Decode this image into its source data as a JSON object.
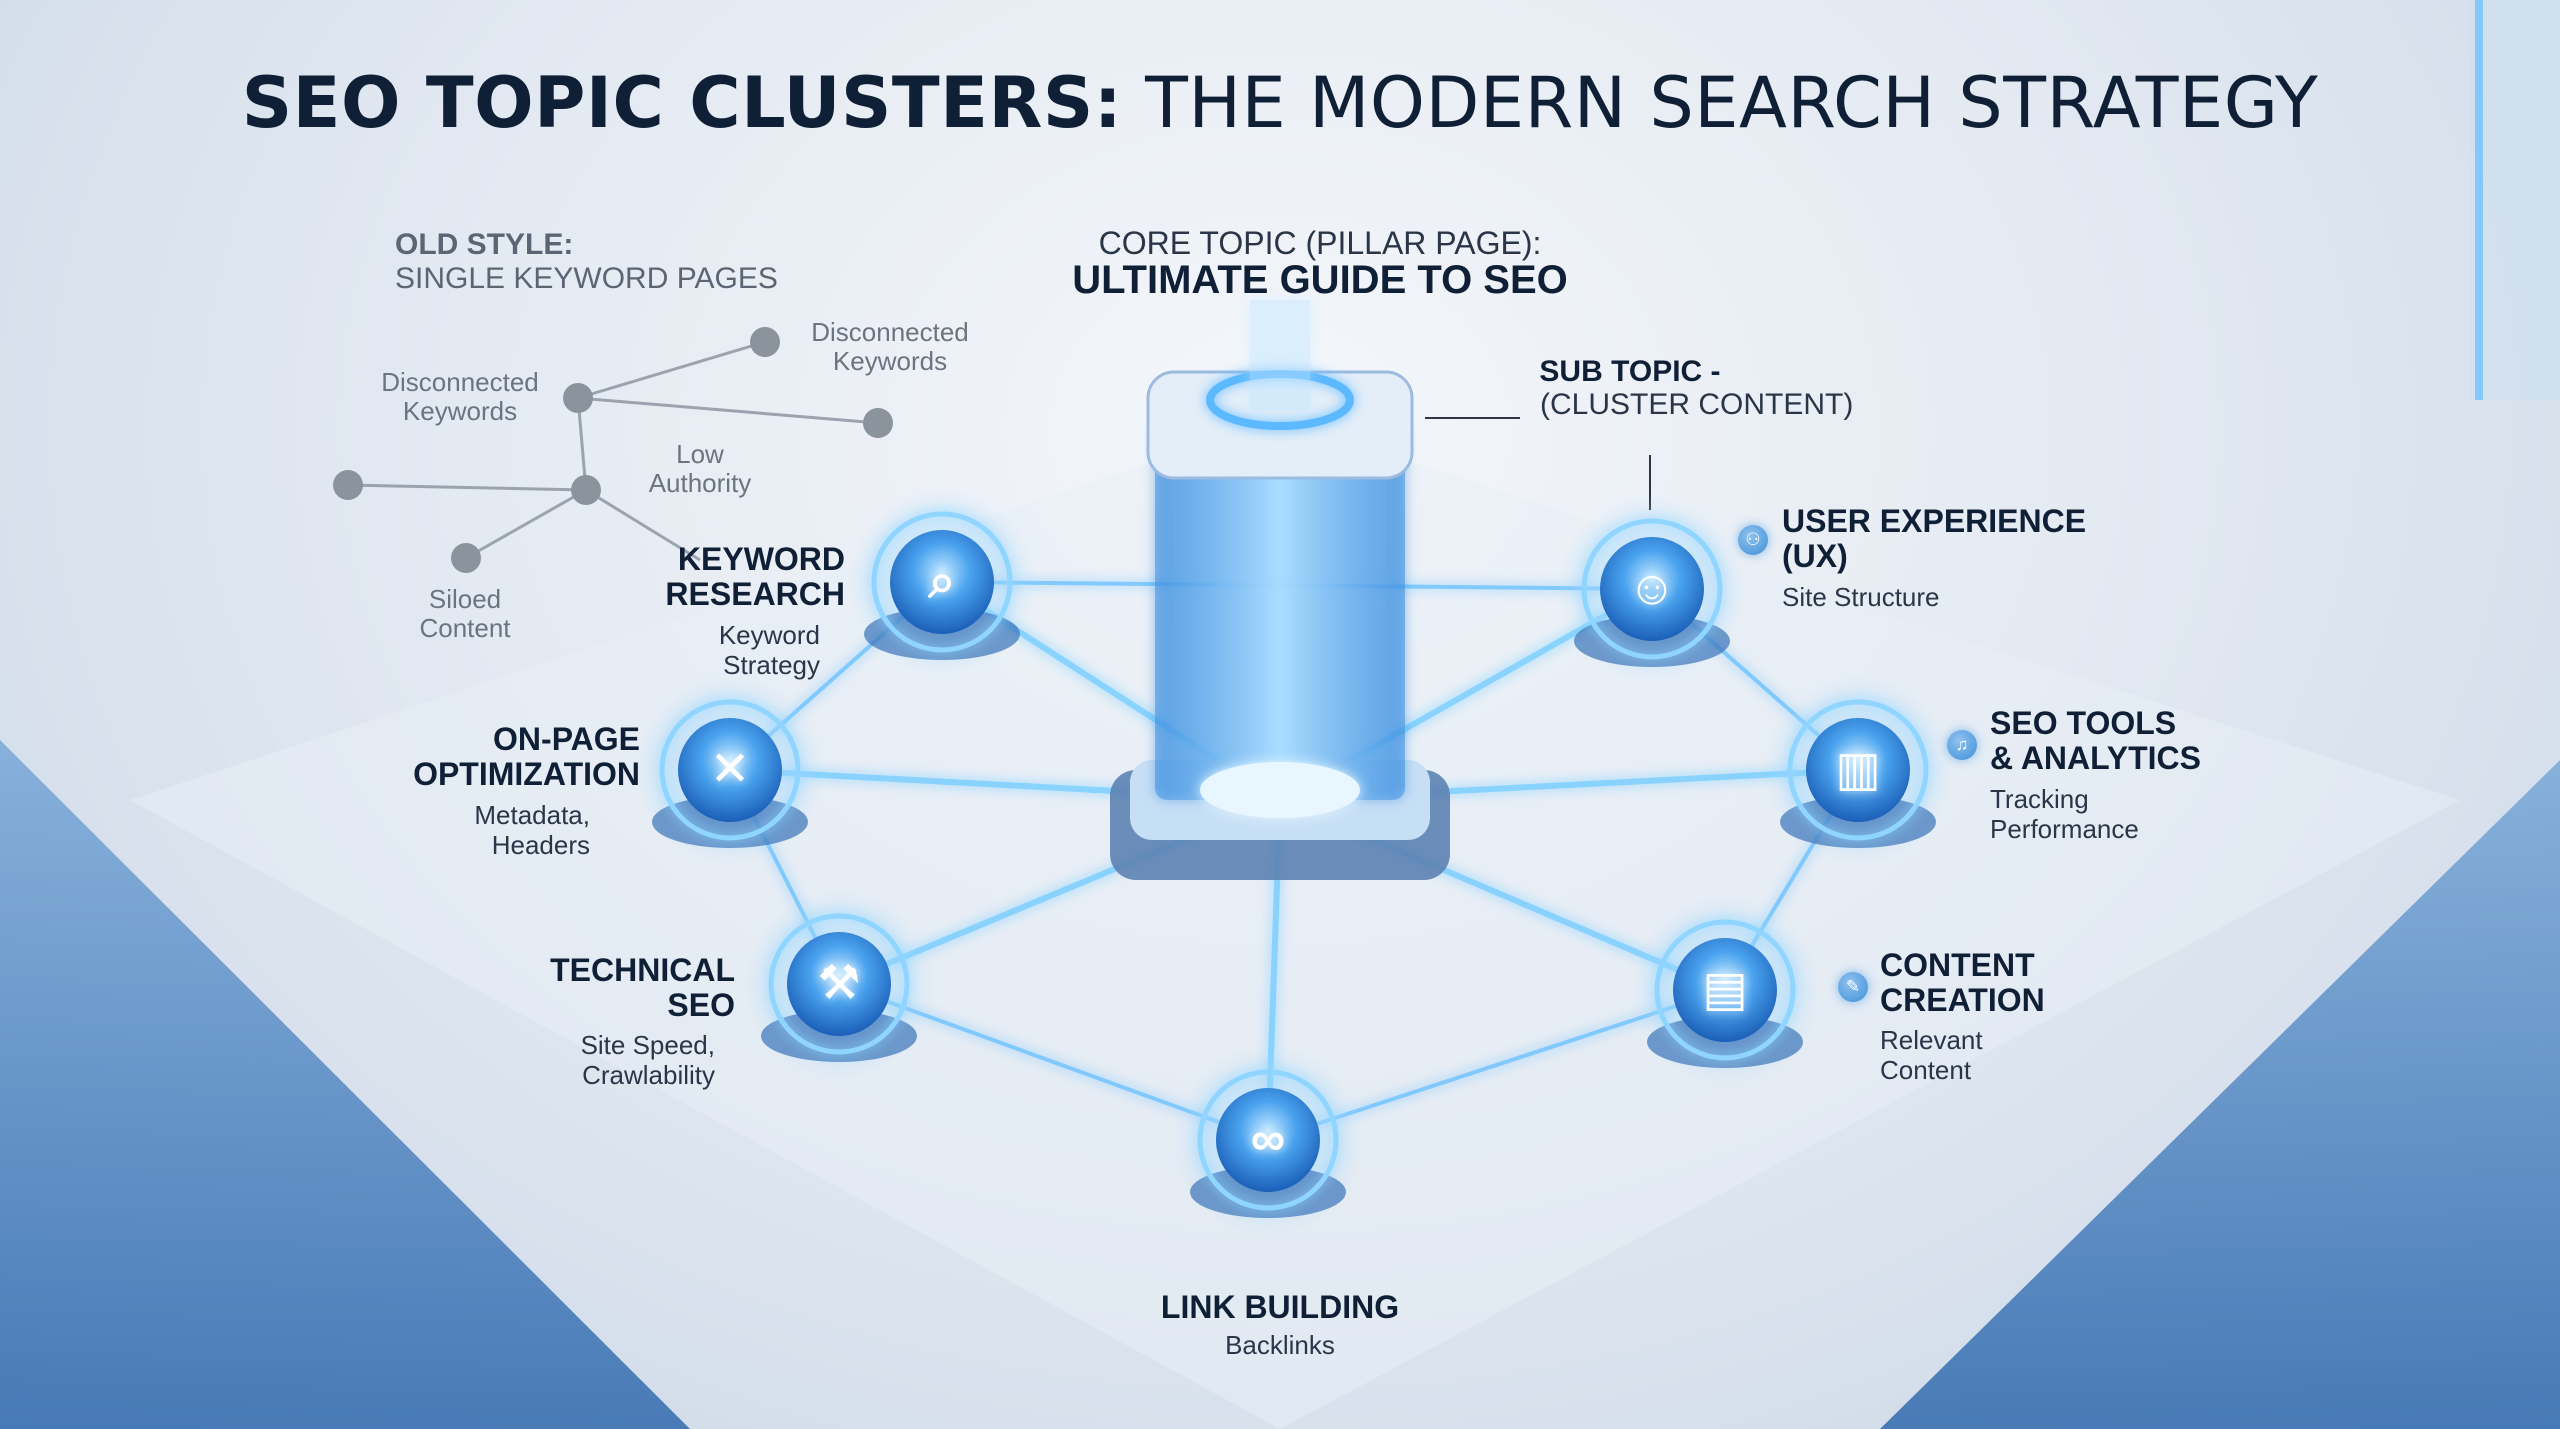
{
  "title": {
    "bold": "SEO TOPIC CLUSTERS:",
    "light": "THE MODERN SEARCH STRATEGY"
  },
  "old_style": {
    "heading": "OLD STYLE:",
    "subheading": "SINGLE KEYWORD PAGES",
    "labels": {
      "disconnected_right": "Disconnected\nKeywords",
      "disconnected_left": "Disconnected\nKeywords",
      "low_authority": "Low\nAuthority",
      "siloed": "Siloed\nContent"
    }
  },
  "core": {
    "heading": "CORE TOPIC (PILLAR PAGE):",
    "title": "ULTIMATE GUIDE TO SEO"
  },
  "sub_topic": {
    "line1": "SUB TOPIC -",
    "line2": "(CLUSTER CONTENT)"
  },
  "clusters": [
    {
      "id": "keyword",
      "label": "KEYWORD\nRESEARCH",
      "desc": "Keyword\nStrategy",
      "icon": "magnifier-icon"
    },
    {
      "id": "onpage",
      "label": "ON-PAGE\nOPTIMIZATION",
      "desc": "Metadata,\nHeaders",
      "icon": "wrench-icon"
    },
    {
      "id": "technical",
      "label": "TECHNICAL\nSEO",
      "desc": "Site Speed,\nCrawlability",
      "icon": "tools-icon"
    },
    {
      "id": "link",
      "label": "LINK BUILDING",
      "desc": "Backlinks",
      "icon": "link-icon"
    },
    {
      "id": "content",
      "label": "CONTENT\nCREATION",
      "desc": "Relevant\nContent",
      "icon": "document-icon"
    },
    {
      "id": "tools",
      "label": "SEO TOOLS\n& ANALYTICS",
      "desc": "Tracking\nPerformance",
      "icon": "chart-icon"
    },
    {
      "id": "ux",
      "label": "USER EXPERIENCE\n(UX)",
      "desc": "Site Structure",
      "icon": "users-icon"
    }
  ],
  "colors": {
    "accent": "#2f86e0",
    "glow": "#6fc3ff",
    "dark_text": "#0f1f36",
    "muted_text": "#6b7481"
  }
}
